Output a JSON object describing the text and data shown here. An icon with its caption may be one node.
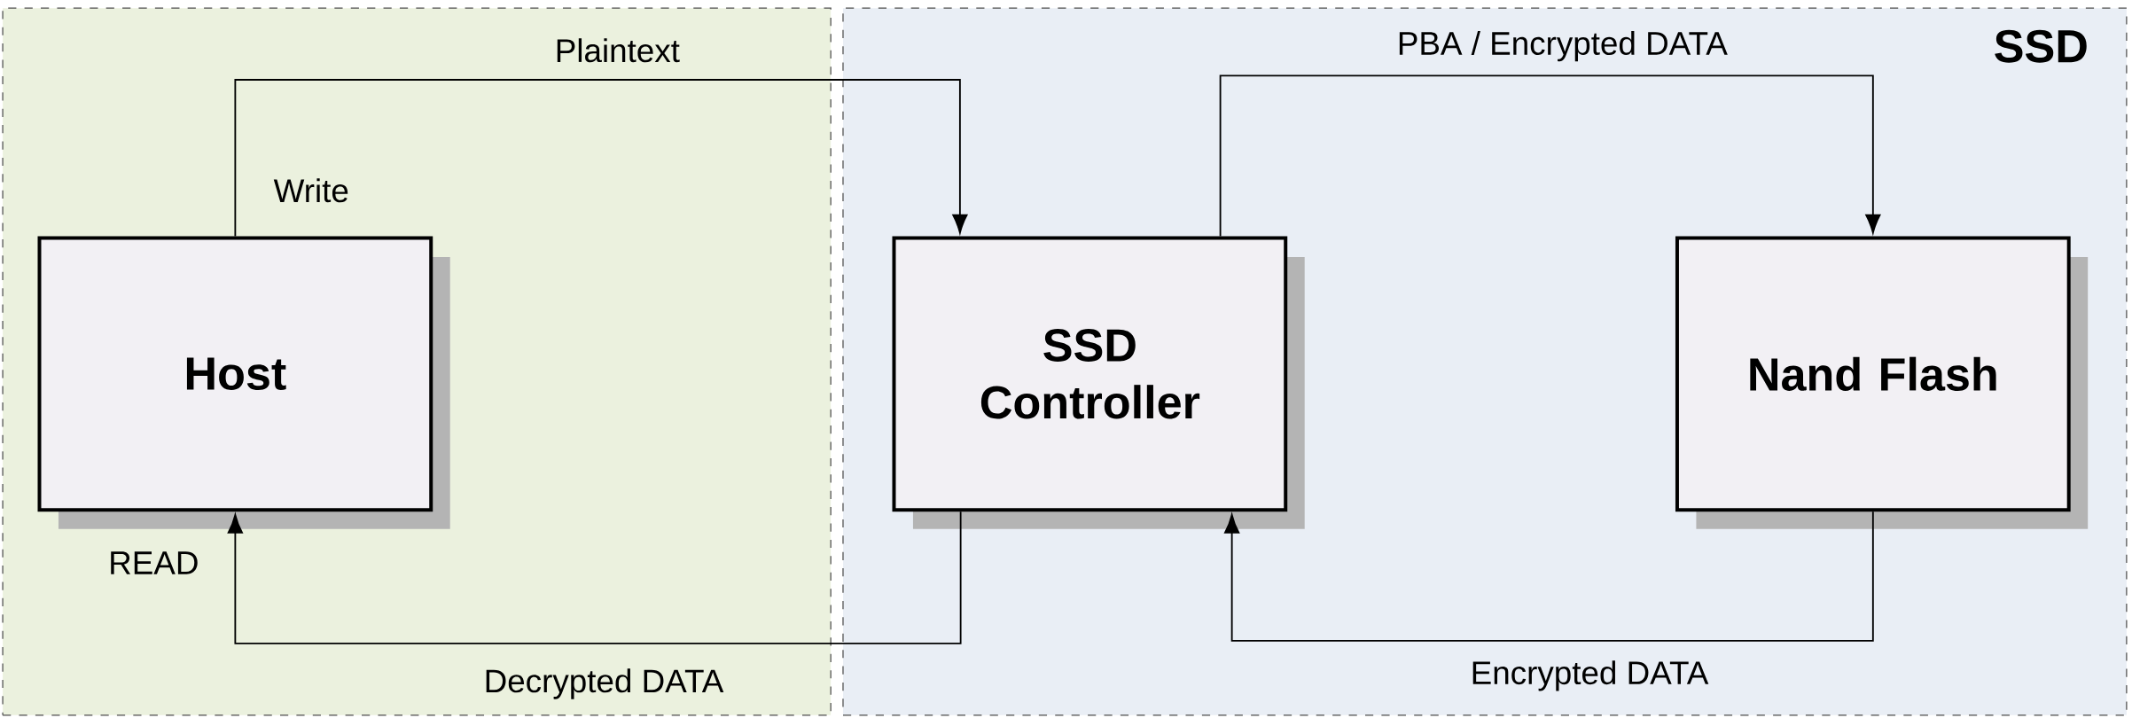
{
  "diagram": {
    "nodes": [
      {
        "text": [],
        "shape": "box"
      },
      {
        "text": [
          "SSD"
        ]
      },
      {
        "text": [
          "Host"
        ],
        "in": 0
      },
      {
        "text": [
          "SSD Controller"
        ],
        "in": 1
      },
      {
        "text": [
          "Nand Flash"
        ],
        "in": 1
      }
    ],
    "edges": [
      {
        "from": 2,
        "to": 3,
        "arrow": "to",
        "label": "Plaintext"
      },
      {
        "from": 3,
        "to": 4,
        "arrow": "to",
        "label": "PBA / Encrypted DATA"
      },
      {
        "from": 4,
        "to": 3,
        "arrow": "to",
        "label": "Encrypted DATA"
      },
      {
        "from": 3,
        "to": 2,
        "arrow": "to",
        "label": "Decrypted DATA"
      }
    ],
    "labels": [
      "Write",
      "READ"
    ]
  }
}
